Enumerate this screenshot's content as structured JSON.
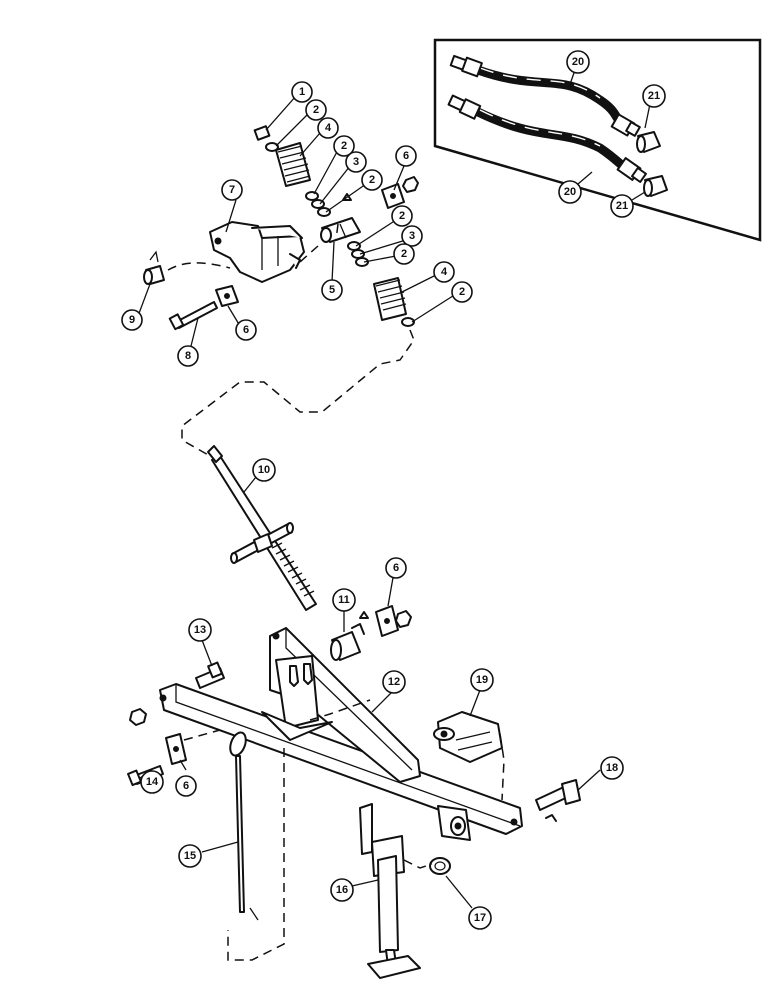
{
  "callouts": [
    {
      "id": "c1",
      "label": "1"
    },
    {
      "id": "c2a",
      "label": "2"
    },
    {
      "id": "c4a",
      "label": "4"
    },
    {
      "id": "c2b",
      "label": "2"
    },
    {
      "id": "c3a",
      "label": "3"
    },
    {
      "id": "c2c",
      "label": "2"
    },
    {
      "id": "c6a",
      "label": "6"
    },
    {
      "id": "c7",
      "label": "7"
    },
    {
      "id": "c2d",
      "label": "2"
    },
    {
      "id": "c3b",
      "label": "3"
    },
    {
      "id": "c2e",
      "label": "2"
    },
    {
      "id": "c4b",
      "label": "4"
    },
    {
      "id": "c2f",
      "label": "2"
    },
    {
      "id": "c5",
      "label": "5"
    },
    {
      "id": "c9",
      "label": "9"
    },
    {
      "id": "c6b",
      "label": "6"
    },
    {
      "id": "c8",
      "label": "8"
    },
    {
      "id": "c10",
      "label": "10"
    },
    {
      "id": "c6c",
      "label": "6"
    },
    {
      "id": "c11",
      "label": "11"
    },
    {
      "id": "c13",
      "label": "13"
    },
    {
      "id": "c12",
      "label": "12"
    },
    {
      "id": "c19",
      "label": "19"
    },
    {
      "id": "c18",
      "label": "18"
    },
    {
      "id": "c14",
      "label": "14"
    },
    {
      "id": "c6d",
      "label": "6"
    },
    {
      "id": "c15",
      "label": "15"
    },
    {
      "id": "c16",
      "label": "16"
    },
    {
      "id": "c17",
      "label": "17"
    },
    {
      "id": "c20a",
      "label": "20"
    },
    {
      "id": "c21a",
      "label": "21"
    },
    {
      "id": "c20b",
      "label": "20"
    },
    {
      "id": "c21b",
      "label": "21"
    }
  ]
}
